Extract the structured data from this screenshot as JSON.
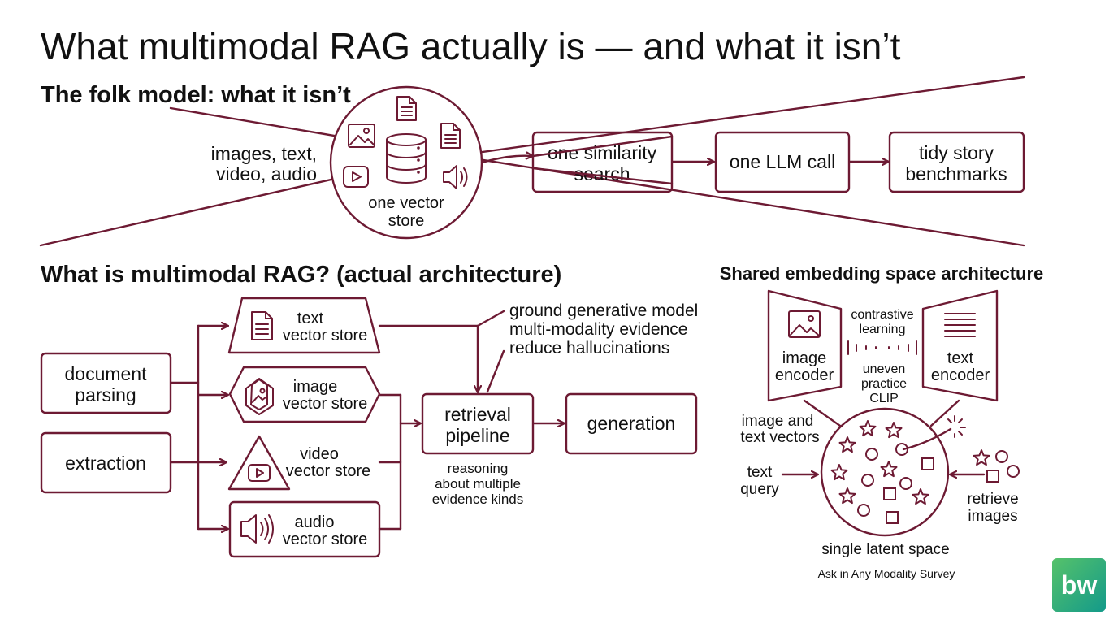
{
  "slide": {
    "title": "What multimodal RAG actually is — and what it isn’t",
    "folk": {
      "heading": "The folk model: what it isn’t",
      "inputs_line1": "images, text,",
      "inputs_line2": "video, audio",
      "store_line1": "one vector",
      "store_line2": "store",
      "search_line1": "one similarity",
      "search_line2": "search",
      "llm": "one LLM call",
      "bench_line1": "tidy story",
      "bench_line2": "benchmarks"
    },
    "arch": {
      "heading": "What is multimodal RAG? (actual architecture)",
      "parsing_line1": "document",
      "parsing_line2": "parsing",
      "extraction": "extraction",
      "text_store_line1": "text",
      "text_store_line2": "vector store",
      "image_store_line1": "image",
      "image_store_line2": "vector store",
      "video_store_line1": "video",
      "video_store_line2": "vector store",
      "audio_store_line1": "audio",
      "audio_store_line2": "vector store",
      "retrieval_line1": "retrieval",
      "retrieval_line2": "pipeline",
      "generation": "generation",
      "note_line1": "ground generative model",
      "note_line2": "multi-modality evidence",
      "note_line3": "reduce hallucinations",
      "reason_line1": "reasoning",
      "reason_line2": "about multiple",
      "reason_line3": "evidence kinds"
    },
    "shared": {
      "heading": "Shared embedding space architecture",
      "image_encoder_line1": "image",
      "image_encoder_line2": "encoder",
      "text_encoder_line1": "text",
      "text_encoder_line2": "encoder",
      "contrastive_line1": "contrastive",
      "contrastive_line2": "learning",
      "uneven_line1": "uneven",
      "uneven_line2": "practice",
      "uneven_line3": "CLIP",
      "vectors_line1": "image and",
      "vectors_line2": "text vectors",
      "query_line1": "text",
      "query_line2": "query",
      "retrieve_line1": "retrieve",
      "retrieve_line2": "images",
      "latent": "single latent space",
      "source": "Ask in Any Modality Survey"
    },
    "logo": "bw"
  },
  "colors": {
    "accent": "#6d1a33",
    "text": "#111111",
    "logo_green": "#2fb36e"
  }
}
